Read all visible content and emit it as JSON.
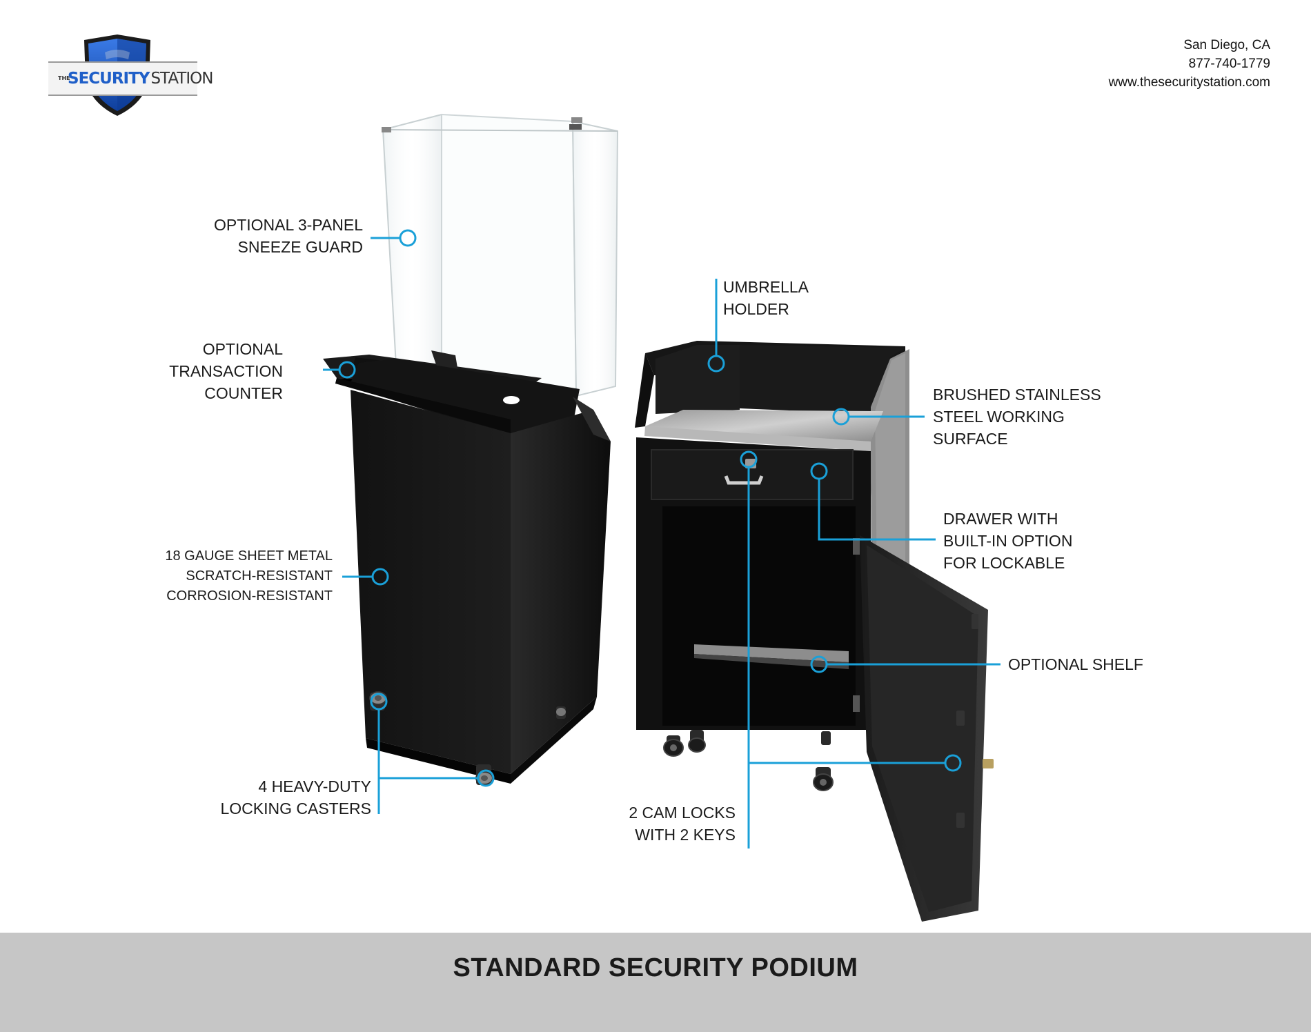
{
  "brand": {
    "logo_the": "THE",
    "logo_security": "SECURITY",
    "logo_station": "STATION",
    "primary_color": "#1f5fc8",
    "accent_color": "#1aa0d8"
  },
  "contact": {
    "location": "San Diego, CA",
    "phone": "877-740-1779",
    "website": "www.thesecuritystation.com"
  },
  "callouts": {
    "sneeze_guard": [
      "OPTIONAL 3-PANEL",
      "SNEEZE GUARD"
    ],
    "transaction_counter": [
      "OPTIONAL",
      "TRANSACTION",
      "COUNTER"
    ],
    "sheet_metal": [
      "18 GAUGE SHEET METAL",
      "SCRATCH-RESISTANT",
      "CORROSION-RESISTANT"
    ],
    "casters": [
      "4 HEAVY-DUTY",
      "LOCKING CASTERS"
    ],
    "umbrella": [
      "UMBRELLA",
      "HOLDER"
    ],
    "stainless": [
      "BRUSHED STAINLESS",
      "STEEL WORKING",
      "SURFACE"
    ],
    "drawer": [
      "DRAWER WITH",
      "BUILT-IN OPTION",
      "FOR LOCKABLE"
    ],
    "shelf": [
      "OPTIONAL SHELF"
    ],
    "cam_locks": [
      "2 CAM LOCKS",
      "WITH 2 KEYS"
    ]
  },
  "footer": {
    "title": "STANDARD SECURITY PODIUM"
  }
}
